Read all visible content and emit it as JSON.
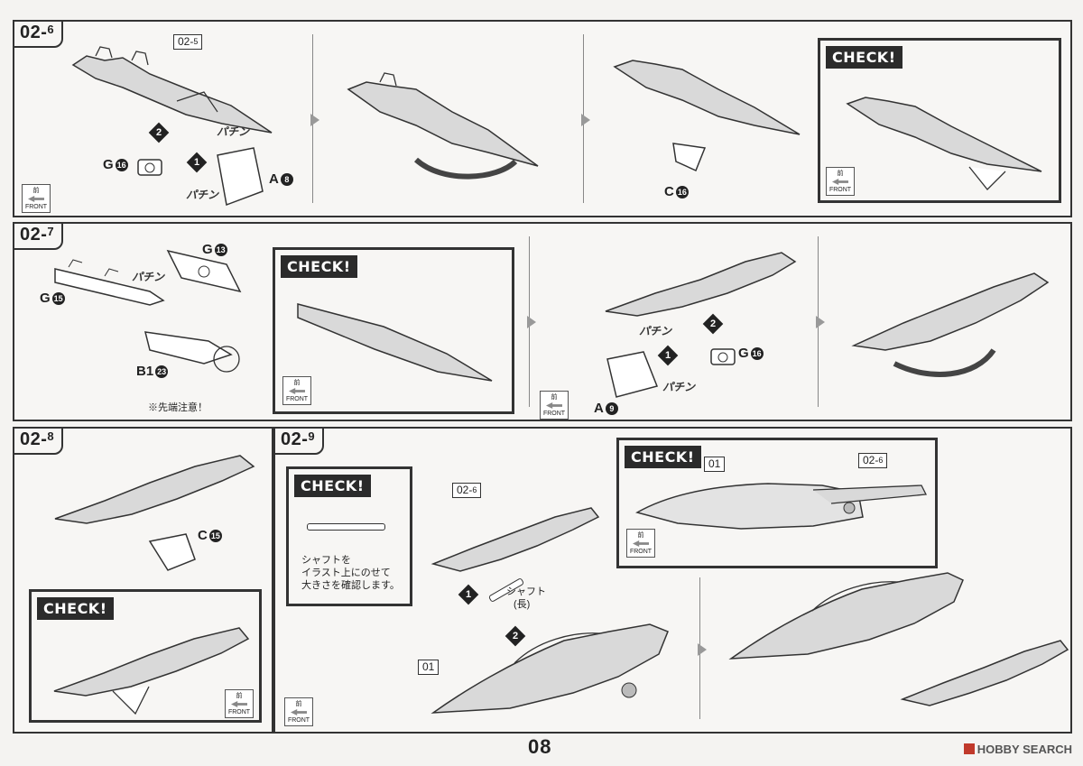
{
  "steps": {
    "s26": {
      "label": "02-",
      "num": "6"
    },
    "s27": {
      "label": "02-",
      "num": "7"
    },
    "s28": {
      "label": "02-",
      "num": "8"
    },
    "s29": {
      "label": "02-",
      "num": "9"
    }
  },
  "check_label": "CHECK!",
  "front": {
    "kanji": "前",
    "text": "FRONT"
  },
  "s26": {
    "ref": "02-",
    "ref_num": "5",
    "g": "G",
    "g_num": "16",
    "a": "A",
    "a_num": "8",
    "c": "C",
    "c_num": "16",
    "snap": "パチン",
    "n1": "1",
    "n2": "2"
  },
  "s27": {
    "g13": "G",
    "g13_num": "13",
    "g15": "G",
    "g15_num": "15",
    "b1": "B1",
    "b1_num": "23",
    "caution": "※先端注意！",
    "g16": "G",
    "g16_num": "16",
    "a9": "A",
    "a9_num": "9",
    "snap": "パチン",
    "n1": "1",
    "n2": "2"
  },
  "s28": {
    "c": "C",
    "c_num": "15"
  },
  "s29": {
    "shaft_note": [
      "シャフトを",
      "イラスト上にのせて",
      "大きさを確認します。"
    ],
    "ref26": "02-",
    "ref26_num": "6",
    "ref01": "01",
    "shaft_label": "シャフト",
    "shaft_sub": "(長)",
    "n1": "1",
    "n2": "2"
  },
  "page_number": "08",
  "watermark": "HOBBY SEARCH"
}
